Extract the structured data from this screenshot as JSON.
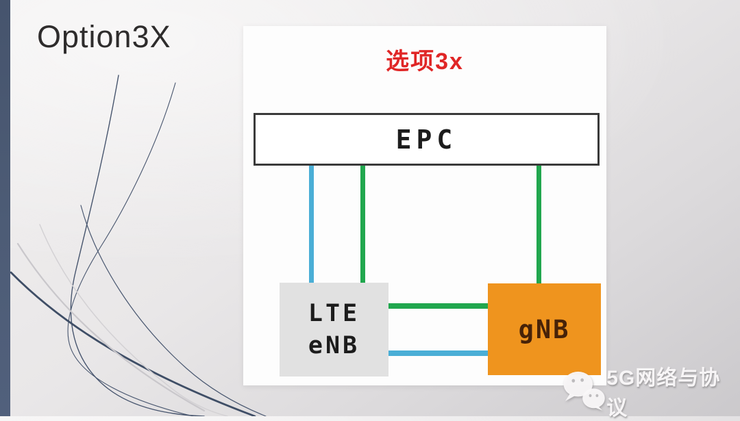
{
  "slide": {
    "title": "Option3X"
  },
  "diagram": {
    "title": "选项3x",
    "nodes": {
      "epc": {
        "label": "EPC"
      },
      "lte_enb": {
        "line1": "LTE",
        "line2": "eNB"
      },
      "gnb": {
        "label": "gNB"
      }
    },
    "connections": [
      {
        "from": "EPC",
        "to": "LTE eNB",
        "color": "blue"
      },
      {
        "from": "EPC",
        "to": "LTE eNB",
        "color": "green"
      },
      {
        "from": "EPC",
        "to": "gNB",
        "color": "green"
      },
      {
        "from": "LTE eNB",
        "to": "gNB",
        "color": "green"
      },
      {
        "from": "LTE eNB",
        "to": "gNB",
        "color": "blue"
      }
    ]
  },
  "watermark": {
    "text": "5G网络与协议",
    "icon": "wechat-icon"
  },
  "colors": {
    "accent_bar": "#4d5c76",
    "title_text": "#2e2c2c",
    "diagram_title_red": "#e02626",
    "line_blue": "#4aaed6",
    "line_green": "#21a74e",
    "epc_border": "#3a3a3a",
    "lte_fill": "#e1e1e1",
    "gnb_fill": "#ef941e",
    "gnb_text": "#472208"
  }
}
